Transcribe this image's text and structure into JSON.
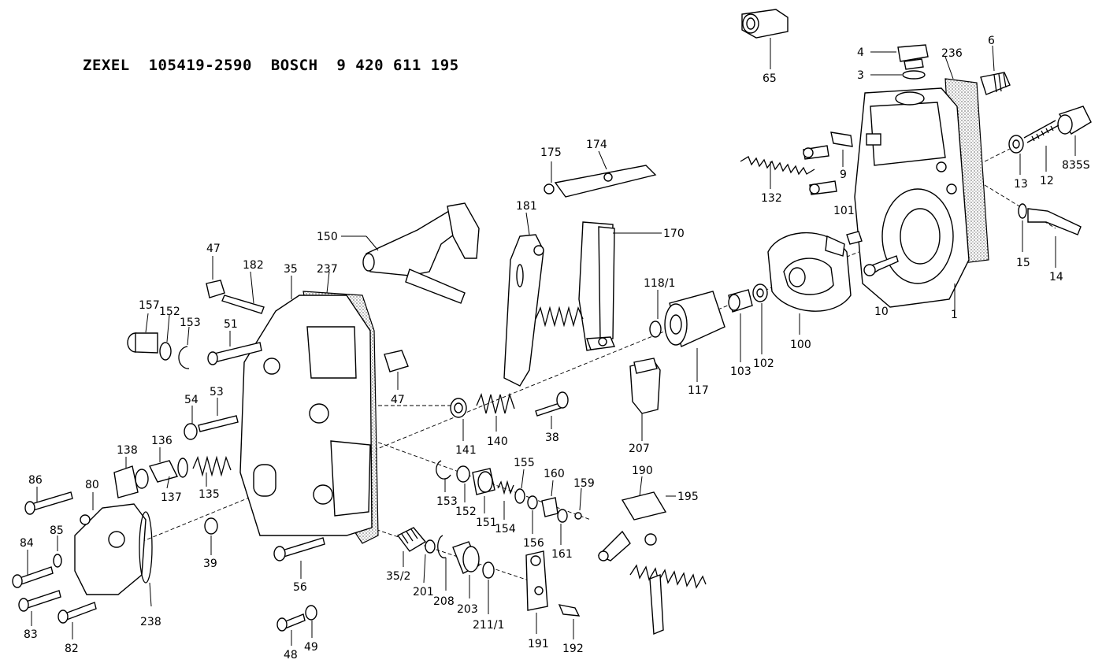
{
  "header": {
    "maker_a": "ZEXEL",
    "part_a": "105419-2590",
    "maker_b": "BOSCH",
    "part_b": "9 420 611 195"
  },
  "callouts": {
    "c65": "65",
    "c4": "4",
    "c3": "3",
    "c6": "6",
    "c236": "236",
    "c835s": "835S",
    "c12": "12",
    "c13": "13",
    "c132": "132",
    "c9": "9",
    "c101": "101",
    "c15": "15",
    "c14": "14",
    "c10": "10",
    "c1": "1",
    "c100": "100",
    "c102": "102",
    "c103": "103",
    "c117": "117",
    "c118_1": "118/1",
    "c170": "170",
    "c174": "174",
    "c175": "175",
    "c181": "181",
    "c150": "150",
    "c207": "207",
    "c38": "38",
    "c140": "140",
    "c141": "141",
    "c47a": "47",
    "c182": "182",
    "c35": "35",
    "c237": "237",
    "c157": "157",
    "c152a": "152",
    "c153a": "153",
    "c51": "51",
    "c47b": "47",
    "c54": "54",
    "c53": "53",
    "c138": "138",
    "c136": "136",
    "c137": "137",
    "c135": "135",
    "c86": "86",
    "c80": "80",
    "c85": "85",
    "c84": "84",
    "c83": "83",
    "c82": "82",
    "c238": "238",
    "c39": "39",
    "c56": "56",
    "c48": "48",
    "c49": "49",
    "c35_2": "35/2",
    "c201": "201",
    "c208": "208",
    "c203": "203",
    "c211_1": "211/1",
    "c153b": "153",
    "c152b": "152",
    "c151": "151",
    "c154": "154",
    "c155": "155",
    "c156": "156",
    "c160": "160",
    "c161": "161",
    "c159": "159",
    "c191": "191",
    "c192": "192",
    "c190": "190",
    "c195": "195"
  }
}
